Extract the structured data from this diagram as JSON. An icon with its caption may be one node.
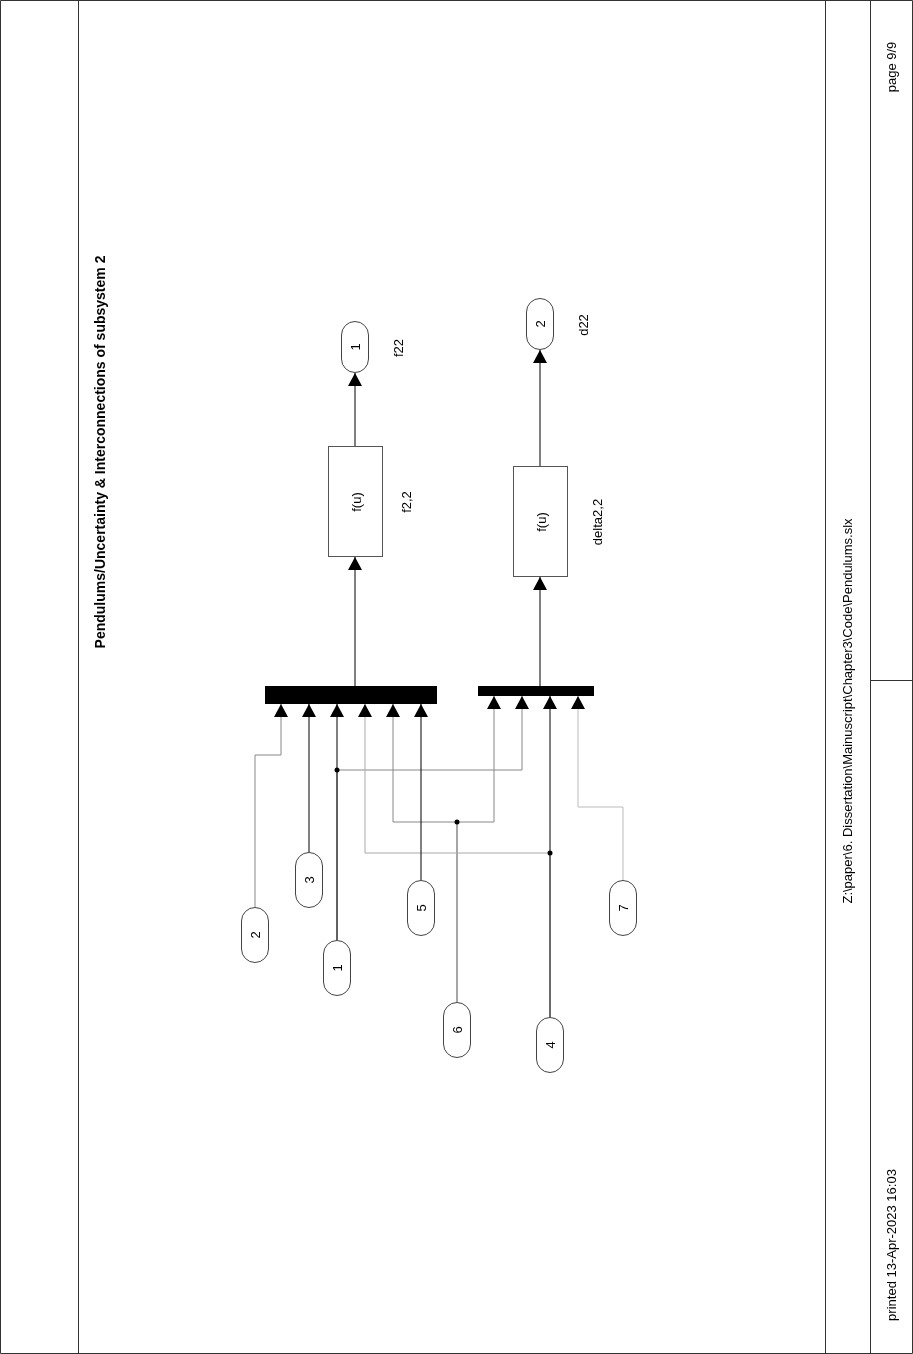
{
  "diagram": {
    "title": "Pendulums/Uncertainty & Interconnections of subsystem 2",
    "nodes": [
      {
        "text": [],
        "shape": "bar"
      },
      {
        "text": [],
        "shape": "bar"
      },
      {
        "text": [
          "f(u)"
        ],
        "beside": [
          "f2,2"
        ]
      },
      {
        "text": [
          "f(u)"
        ],
        "beside": [
          "delta2,2"
        ]
      },
      {
        "text": [
          "1"
        ],
        "beside": [
          "f22"
        ]
      },
      {
        "text": [
          "2"
        ],
        "beside": [
          "d22"
        ]
      },
      {
        "text": [
          "2"
        ]
      },
      {
        "text": [
          "3"
        ]
      },
      {
        "text": [
          "1"
        ]
      },
      {
        "text": [
          "5"
        ]
      },
      {
        "text": [
          "6"
        ]
      },
      {
        "text": [
          "4"
        ]
      },
      {
        "text": [
          "7"
        ]
      }
    ],
    "edges": [
      {
        "from": 6,
        "to": 0,
        "arrow": "to",
        "color": "#888888"
      },
      {
        "from": 7,
        "to": 0,
        "arrow": "to"
      },
      {
        "from": 8,
        "to": 0,
        "arrow": "to"
      },
      {
        "from": 8,
        "to": 1,
        "arrow": "to",
        "color": "#888888"
      },
      {
        "from": 9,
        "to": 0,
        "arrow": "to"
      },
      {
        "from": 10,
        "to": 0,
        "arrow": "to",
        "color": "#888888"
      },
      {
        "from": 10,
        "to": 1,
        "arrow": "to",
        "color": "#888888"
      },
      {
        "from": 11,
        "to": 0,
        "arrow": "to",
        "color": "#aaaaaa"
      },
      {
        "from": 11,
        "to": 1,
        "arrow": "to"
      },
      {
        "from": 12,
        "to": 1,
        "arrow": "to",
        "color": "#bbbbbb"
      },
      {
        "from": 0,
        "to": 2,
        "arrow": "to"
      },
      {
        "from": 2,
        "to": 4,
        "arrow": "to"
      },
      {
        "from": 1,
        "to": 3,
        "arrow": "to"
      },
      {
        "from": 3,
        "to": 5,
        "arrow": "to"
      }
    ],
    "labels": [
      "Z:\\paper\\6. Dissertation\\Mainuscript\\Chapter3\\Code\\Pendulums.slx",
      "printed 13-Apr-2023 16:03",
      "page 9/9"
    ]
  }
}
